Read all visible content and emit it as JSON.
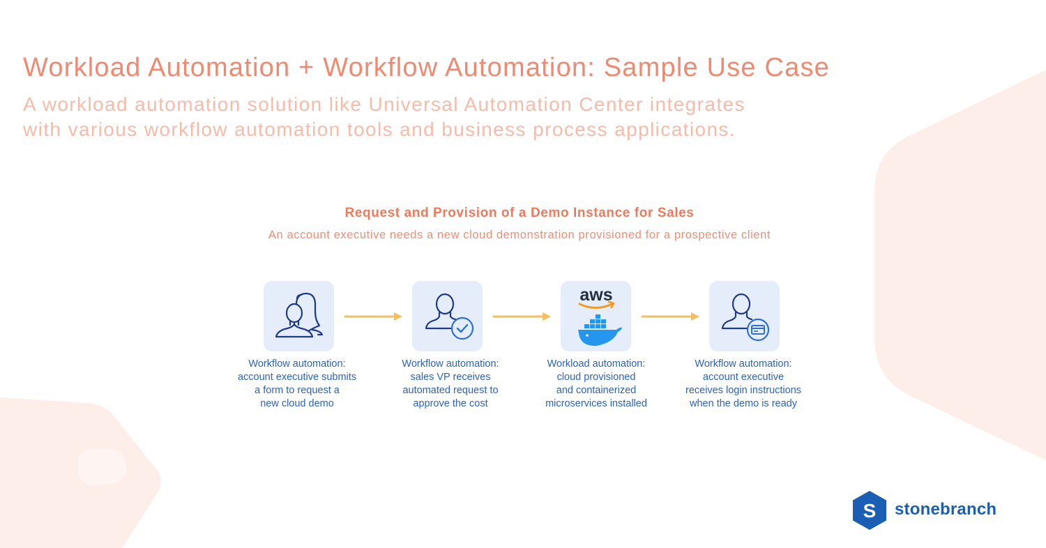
{
  "header": {
    "title": "Workload Automation + Workflow Automation: Sample Use Case",
    "subtitle_lines": [
      "A workload automation solution like Universal Automation Center integrates",
      "with various workflow automation tools and business process applications."
    ]
  },
  "diagram": {
    "title": "Request and Provision of a Demo Instance for Sales",
    "subtitle": "An account executive needs a new cloud demonstration provisioned for a prospective client",
    "steps": [
      {
        "icon": "two-users-icon",
        "caption_lines": [
          "Workflow automation:",
          "account executive submits",
          "a form to request a",
          "new cloud demo"
        ]
      },
      {
        "icon": "user-check-icon",
        "caption_lines": [
          "Workflow automation:",
          "sales VP receives",
          "automated request to",
          "approve the cost"
        ]
      },
      {
        "icon": "aws-docker-icon",
        "logo_text": "aws",
        "caption_lines": [
          "Workload automation:",
          "cloud provisioned",
          "and containerized",
          "microservices installed"
        ]
      },
      {
        "icon": "user-credential-icon",
        "caption_lines": [
          "Workflow automation:",
          "account executive",
          "receives login instructions",
          "when the demo is ready"
        ]
      }
    ]
  },
  "brand": {
    "name": "stonebranch",
    "logo_letter": "S"
  },
  "colors": {
    "title": "#ef8a72",
    "subtitle": "#f6bba9",
    "diagram_title": "#ee7a5c",
    "caption": "#2b63c4",
    "tile": "#e4edf9",
    "arrow": "#f7be5f",
    "icon_stroke": "#1e3a8a",
    "icon_accent": "#2c6fd6",
    "brand": "#1a5fb4",
    "aws_orange": "#f29b1f",
    "docker_blue": "#2496ed"
  }
}
